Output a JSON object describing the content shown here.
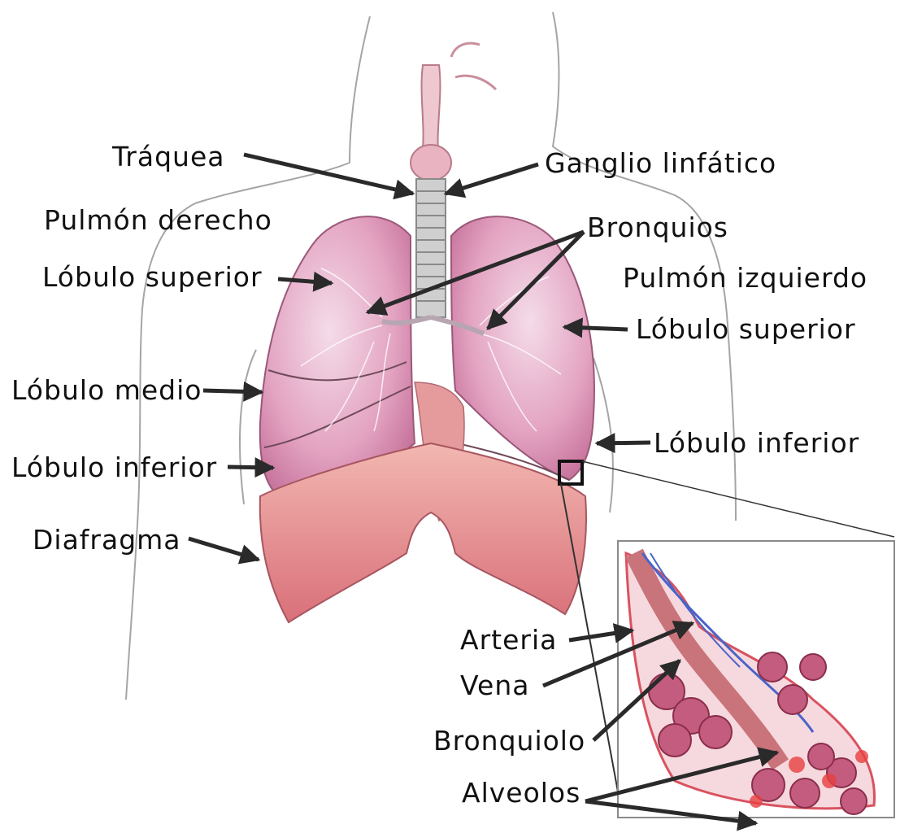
{
  "labels": {
    "traquea": "Tráquea",
    "ganglio": "Ganglio linfático",
    "pulmon_derecho": "Pulmón derecho",
    "bronquios": "Bronquios",
    "lobulo_superior_der": "Lóbulo superior",
    "pulmon_izquierdo": "Pulmón izquierdo",
    "lobulo_superior_izq": "Lóbulo superior",
    "lobulo_medio": "Lóbulo medio",
    "lobulo_inferior_izq": "Lóbulo inferior",
    "lobulo_inferior_der": "Lóbulo inferior",
    "diafragma": "Diafragma",
    "arteria": "Arteria",
    "vena": "Vena",
    "bronquiolo": "Bronquiolo",
    "alveolos": "Alveolos"
  },
  "colors": {
    "lung": "#e8a9c4",
    "lung_shade": "#c9779e",
    "diaphragm": "#e58f94",
    "trachea": "#c8c8c8",
    "arrow": "#2a2a2a",
    "body_outline": "#9a9a9a",
    "alveoli": "#c74a6a",
    "vein": "#4a63c9"
  }
}
